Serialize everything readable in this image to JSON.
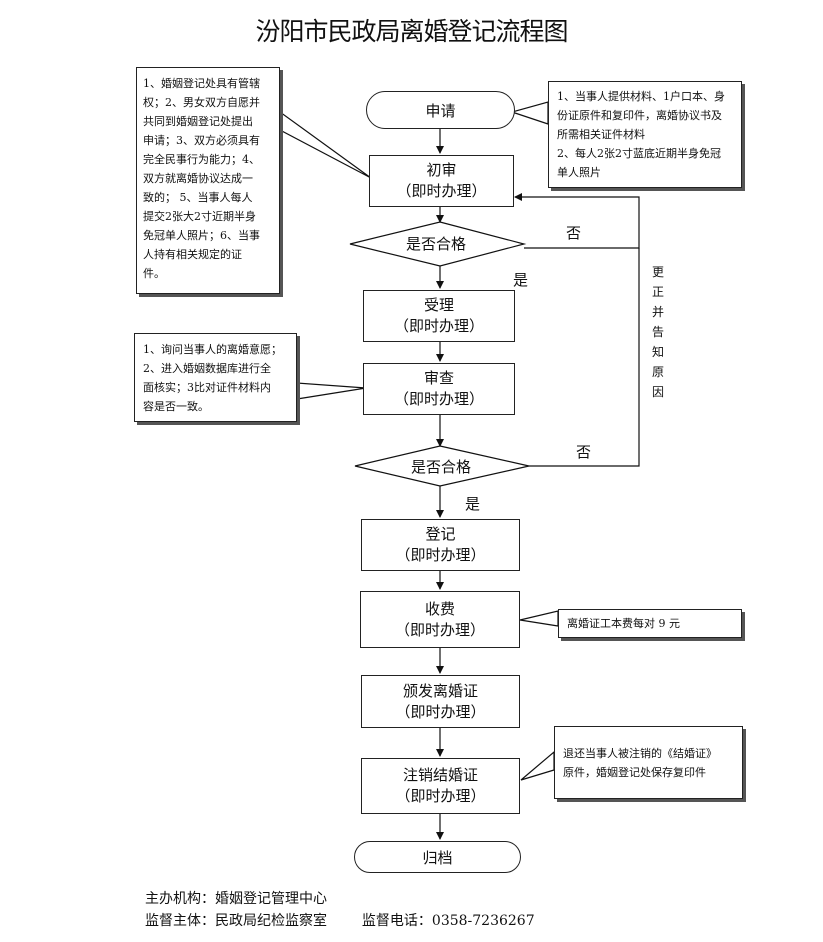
{
  "title": "汾阳市民政局离婚登记流程图",
  "nodes": {
    "apply": "申请",
    "initial_review": {
      "title": "初审",
      "sub": "（即时办理）"
    },
    "qualified": "是否合格",
    "accept": {
      "title": "受理",
      "sub": "（即时办理）"
    },
    "examine": {
      "title": "审查",
      "sub": "（即时办理）"
    },
    "compliant": "是否合格",
    "register": {
      "title": "登记",
      "sub": "（即时办理）"
    },
    "fee": {
      "title": "收费",
      "sub": "（即时办理）"
    },
    "issue": {
      "title": "颁发离婚证",
      "sub": "（即时办理）"
    },
    "cancel": {
      "title": "注销结婚证",
      "sub": "（即时办理）"
    },
    "archive": "归档"
  },
  "edge_labels": {
    "yes1": "是",
    "no1": "否",
    "yes2": "是",
    "no2": "否"
  },
  "correction_label": [
    "更",
    "正",
    "并",
    "告",
    "知",
    "原",
    "因"
  ],
  "notes": {
    "jurisdiction": [
      "1、婚姻登记处具有管辖",
      "权；2、男女双方自愿并",
      "共同到婚姻登记处提出",
      "申请；3、双方必须具有",
      "完全民事行为能力；4、",
      "双方就离婚协议达成一",
      "致的；  5、当事人每人",
      "提交2张大2寸近期半身",
      "免冠单人照片；6、当事",
      "人持有相关规定的证",
      "件。"
    ],
    "materials": [
      "1、当事人提供材料、1户口本、身",
      "份证原件和复印件，离婚协议书及",
      "所需相关证件材料",
      "2、每人2张2寸蓝底近期半身免冠",
      "单人照片"
    ],
    "inquiry": [
      "1、询问当事人的离婚意愿；",
      "2、进入婚姻数据库进行全",
      "面核实；3比对证件材料内",
      "容是否一致。"
    ],
    "fee": [
      "离婚证工本费每对 9 元"
    ],
    "cancel": [
      "退还当事人被注销的《结婚证》",
      "原件，婚姻登记处保存复印件"
    ]
  },
  "footer": {
    "host_label": "主办机构：",
    "host": "婚姻登记管理中心",
    "supervisor_label": "监督主体：",
    "supervisor": "民政局纪检监察室",
    "phone_label": "监督电话：",
    "phone": "0358-7236267"
  }
}
